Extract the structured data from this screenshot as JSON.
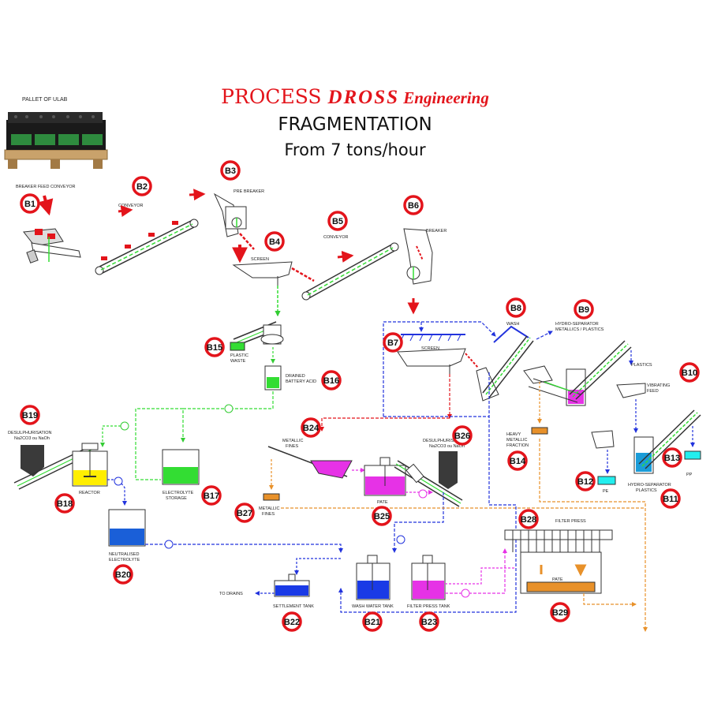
{
  "title": {
    "part1": "PROCESS ",
    "part2": "DROSS",
    "part3": " Engineering"
  },
  "heading": "FRAGMENTATION",
  "subheading": "From 7 tons/hour",
  "pallet_label": "PALLET OF ULAB",
  "labels": {
    "breaker_feed": "BREAKER FEED CONVEYOR",
    "conveyor1": "CONVEYOR",
    "pre_breaker": "PRE BREAKER",
    "screen1": "SCREEN",
    "conveyor2": "CONVEYOR",
    "breaker": "BREAKER",
    "wash": "WASH",
    "hydro_sep_1": "HYDRO-SEPARATOR",
    "hydro_sep_2": "METALLICS / PLASTICS",
    "screen2": "SCREEN",
    "plastics": "PLASTICS",
    "vibrating_1": "VIBRATING",
    "vibrating_2": "FEED",
    "plastic_waste_1": "PLASTIC",
    "plastic_waste_2": "WASTE",
    "drained_1": "DRAINED",
    "drained_2": "BATTERY ACID",
    "heavy_1": "HEAVY",
    "heavy_2": "METALLIC",
    "heavy_3": "FRACTION",
    "desulph1_1": "DESULPHURISATION",
    "desulph1_2": "Na2CO3 ou NaOh",
    "reactor": "REACTOR",
    "electrolyte_1": "ELECTROLYTE",
    "electrolyte_2": "STORAGE",
    "metallic_fines_top_1": "METALLIC",
    "metallic_fines_top_2": "FINES",
    "desulph2_1": "DESULPHURISATION",
    "desulph2_2": "Na2CO3 ou NaOh",
    "paste1": "PATE",
    "metallic_fines_bot_1": "METALLIC",
    "metallic_fines_bot_2": "FINES",
    "pe": "PE",
    "pp": "PP",
    "hydro_plastics_1": "HYDRO-SEPARATOR",
    "hydro_plastics_2": "PLASTICS",
    "filter_press": "FILTER PRESS",
    "paste2": "PATE",
    "neutralised_1": "NEUTRALISED",
    "neutralised_2": "ELECTROLYTE",
    "to_drains": "TO DRAINS",
    "settlement": "SETTLEMENT TANK",
    "wash_water": "WASH WATER TANK",
    "filter_press_tank": "FILTER PRESS TANK"
  },
  "badges": [
    "B1",
    "B2",
    "B3",
    "B4",
    "B5",
    "B6",
    "B7",
    "B8",
    "B9",
    "B10",
    "B11",
    "B12",
    "B13",
    "B14",
    "B15",
    "B16",
    "B17",
    "B18",
    "B19",
    "B20",
    "B21",
    "B22",
    "B23",
    "B24",
    "B25",
    "B26",
    "B27",
    "B28",
    "B29"
  ],
  "colors": {
    "title_red": "#e3141b",
    "badge_red": "#e3141b",
    "water_blue": "#2233dd",
    "acid_green": "#33dd33",
    "fines_orange": "#e8912a",
    "paste_magenta": "#e632e6",
    "sludge_red": "#e3141b"
  }
}
